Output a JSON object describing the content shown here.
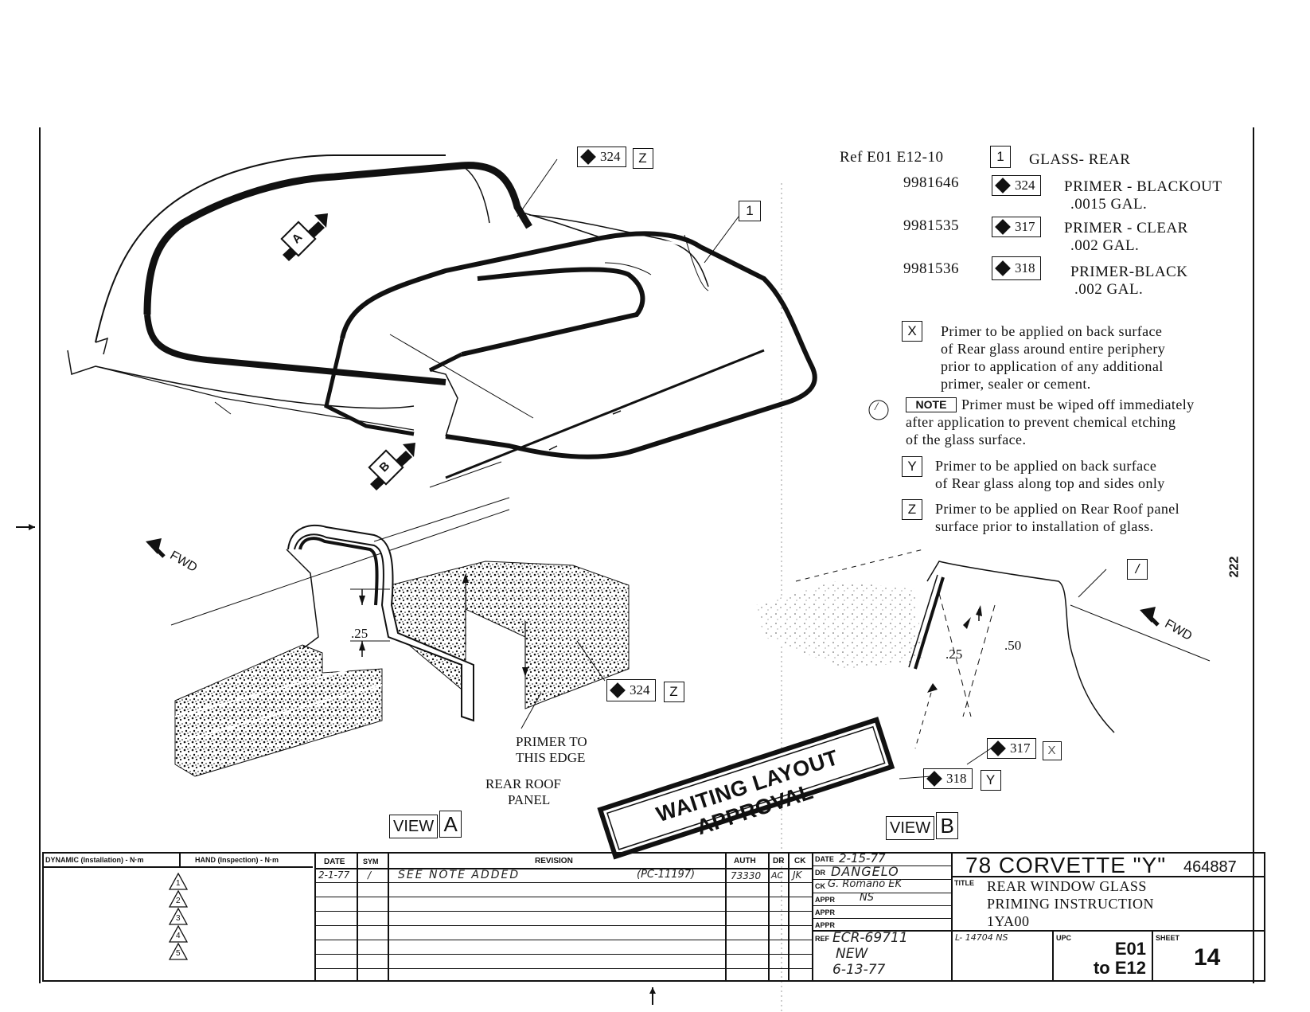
{
  "parts_list": {
    "ref_label": "Ref E01  E12-10",
    "items": [
      {
        "part_no": "",
        "symbol": "1",
        "desc1": "GLASS- REAR",
        "desc2": ""
      },
      {
        "part_no": "9981646",
        "symbol": "324",
        "desc1": "PRIMER - BLACKOUT",
        "desc2": ".0015 GAL."
      },
      {
        "part_no": "9981535",
        "symbol": "317",
        "desc1": "PRIMER - CLEAR",
        "desc2": ".002 GAL."
      },
      {
        "part_no": "9981536",
        "symbol": "318",
        "desc1": "PRIMER-BLACK",
        "desc2": ".002 GAL."
      }
    ]
  },
  "notes": {
    "x_key": "X",
    "x_text": [
      "Primer to be applied on back surface",
      "of Rear glass around entire periphery",
      "prior to application of any additional",
      "primer,  sealer or cement."
    ],
    "circle_mark": "/",
    "note_tag": "NOTE",
    "note_text": [
      "Primer must be wiped off immediately",
      "after application to prevent chemical etching",
      "of the glass surface."
    ],
    "y_key": "Y",
    "y_text": [
      "Primer to be applied on back surface",
      "of Rear glass along top and sides only"
    ],
    "z_key": "Z",
    "z_text": [
      "Primer to be applied on Rear Roof panel",
      "surface prior to installation of glass."
    ]
  },
  "drawing": {
    "callout_324_top": "324",
    "callout_z_top": "Z",
    "callout_1": "1",
    "view_a_marker": "A",
    "view_b_marker": "B",
    "fwd_left": "FWD",
    "fwd_right": "FWD",
    "dim_25_left": ".25",
    "dim_25_right": ".25",
    "dim_50": ".50",
    "callout_324_mid": "324",
    "callout_z_mid": "Z",
    "primer_edge": [
      "PRIMER TO",
      "THIS EDGE"
    ],
    "rear_roof": [
      "REAR ROOF",
      "PANEL"
    ],
    "callout_317": "317",
    "callout_x": "X",
    "callout_318": "318",
    "callout_y": "Y",
    "callout_1_right": "/",
    "view_label": "VIEW",
    "view_a": "A",
    "view_b": "B",
    "stamp": "WAITING LAYOUT APPROVAL",
    "page_number": "222"
  },
  "title_block": {
    "dynamic_label": "DYNAMIC (Installation) - N·m",
    "hand_label": "HAND (Inspection) - N·m",
    "revision_triangles": [
      "1",
      "2",
      "3",
      "4",
      "5"
    ],
    "headers": {
      "date": "DATE",
      "sym": "SYM",
      "revision": "REVISION",
      "auth": "AUTH",
      "dr": "DR",
      "ck": "CK"
    },
    "rev_row": {
      "date": "2-1-77",
      "sym": "/",
      "revision": "SEE NOTE ADDED",
      "pc": "(PC-11197)",
      "auth": "73330",
      "dr": "AC",
      "ck": "JK"
    },
    "sign": {
      "date_label": "DATE",
      "date_value": "2-15-77",
      "dr_label": "DR",
      "dr_value": "DANGELO",
      "ck_label": "CK",
      "ck_value": "G. Romano  EK",
      "appr1_label": "APPR",
      "appr1_value": "NS",
      "appr2_label": "APPR",
      "appr3_label": "APPR"
    },
    "model": "78  CORVETTE \"Y\"",
    "drawing_no": "464887",
    "title_label": "TITLE",
    "title_lines": [
      "REAR WINDOW GLASS",
      "PRIMING  INSTRUCTION",
      "1YA00"
    ],
    "ref_label": "REF",
    "ref_lines": [
      "ECR-69711",
      "NEW",
      "6-13-77"
    ],
    "doc_line": "L- 14704 NS",
    "upc_label": "UPC",
    "upc_lines": [
      "E01",
      "to E12"
    ],
    "sheet_label": "SHEET",
    "sheet": "14"
  }
}
